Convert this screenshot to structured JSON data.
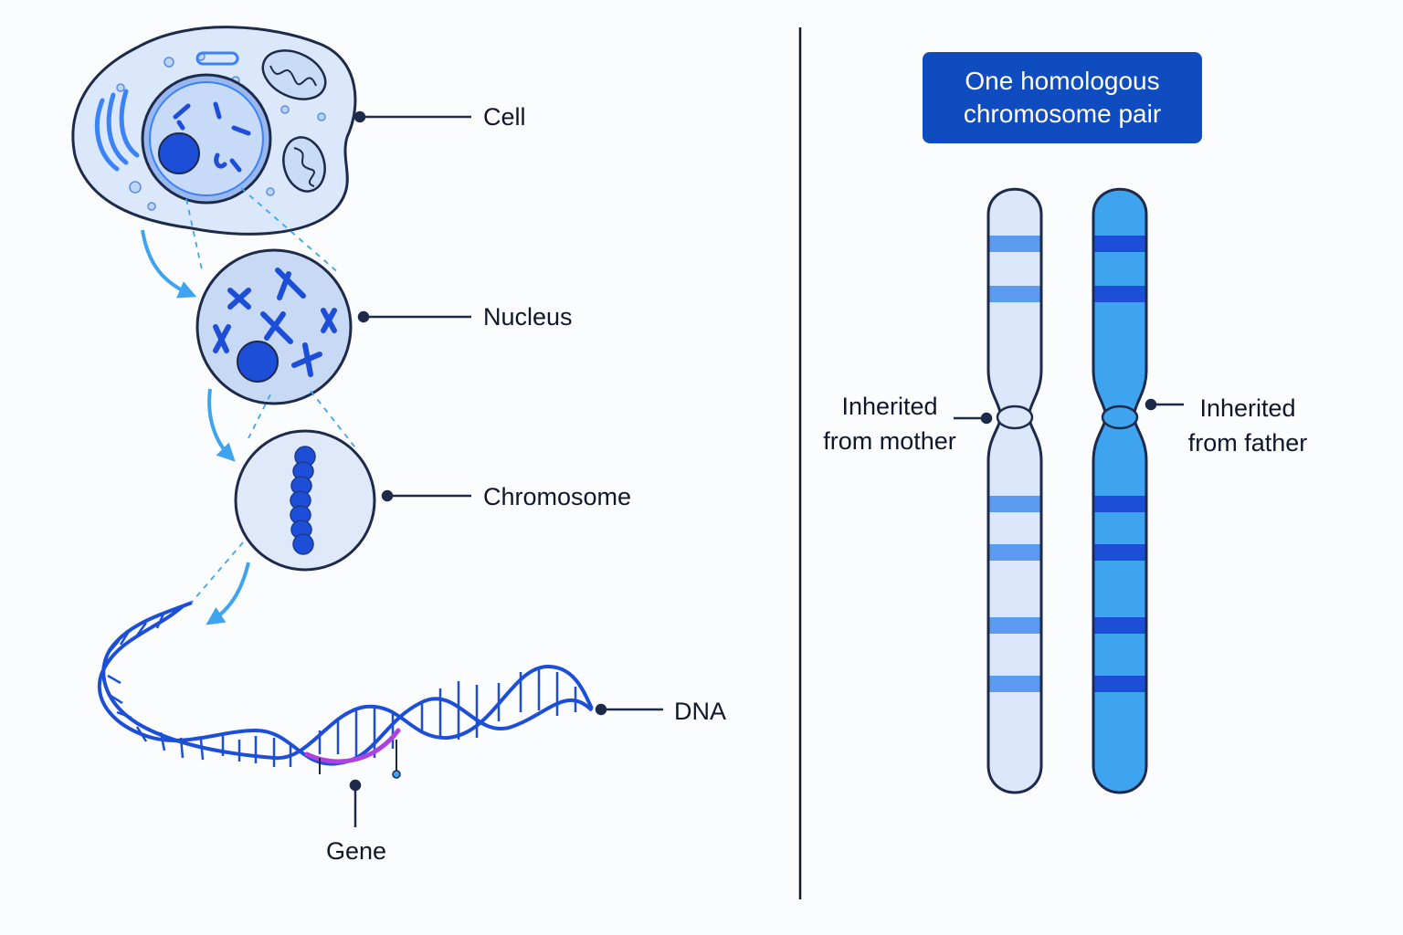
{
  "colors": {
    "outline": "#1e2a4a",
    "blue_dark": "#1d4ed8",
    "blue_mid": "#3b82f6",
    "blue_light": "#dbe8fb",
    "blue_bright": "#3fa4f0",
    "gene_highlight": "#b040e0",
    "banner_bg": "#0f4cc0",
    "divider": "#111827"
  },
  "labels": {
    "cell": "Cell",
    "nucleus": "Nucleus",
    "chromosome": "Chromosome",
    "dna": "DNA",
    "gene": "Gene",
    "mother": "Inherited\nfrom mother",
    "father": "Inherited\nfrom father"
  },
  "banner": {
    "text": "One homologous chromosome pair"
  }
}
